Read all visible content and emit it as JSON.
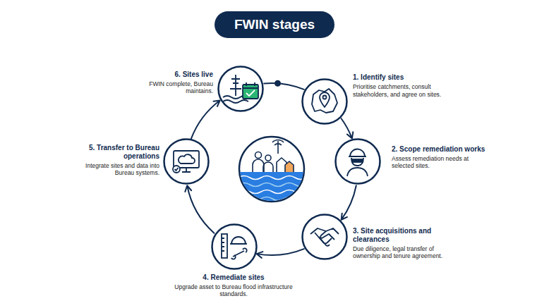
{
  "diagram": {
    "title": "FWIN stages",
    "nodes": [
      {
        "text": [
          "1. Identify sites",
          "Prioritise catchments, consult stakeholders, and agree on sites."
        ]
      },
      {
        "text": [
          "2. Scope remediation works",
          "Assess remediation needs at selected sites."
        ]
      },
      {
        "text": [
          "3. Site acquisitions and clearances",
          "Due diligence, legal transfer of ownership and tenure agreement."
        ]
      },
      {
        "text": [
          "4. Remediate sites",
          "Upgrade asset to Bureau flood infrastructure standards."
        ]
      },
      {
        "text": [
          "5. Transfer to Bureau operations",
          "Integrate sites and data into Bureau systems."
        ]
      },
      {
        "text": [
          "6. Sites live",
          "FWIN complete, Bureau maintains."
        ]
      }
    ],
    "edges": [
      {
        "from": 0,
        "to": 1,
        "arrow": "to"
      },
      {
        "from": 1,
        "to": 2,
        "arrow": "to"
      },
      {
        "from": 2,
        "to": 3,
        "arrow": "to"
      },
      {
        "from": 3,
        "to": 4,
        "arrow": "to"
      },
      {
        "from": 4,
        "to": 5,
        "arrow": "to"
      },
      {
        "from": 5,
        "to": 0,
        "arrow": "none"
      }
    ]
  }
}
